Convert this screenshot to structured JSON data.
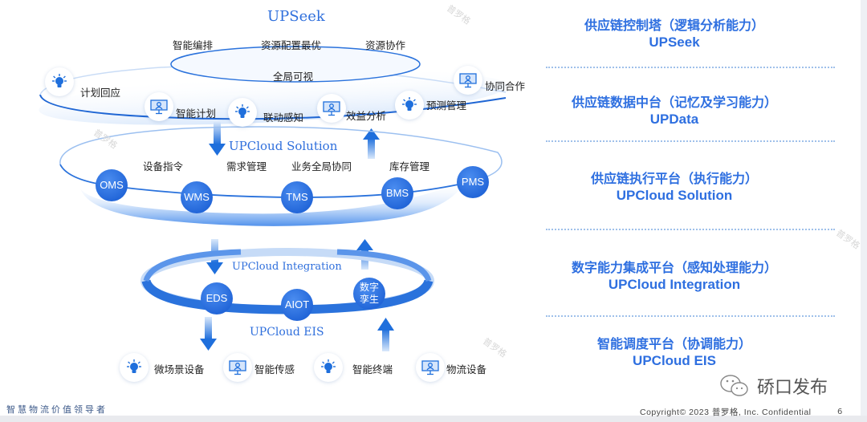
{
  "diagram": {
    "layers": {
      "upseek": {
        "title": "UPSeek",
        "top_labels": [
          "智能编排",
          "资源配置最优",
          "资源协作"
        ],
        "center_label": "全局可视",
        "ring_items": [
          {
            "label": "计划回应",
            "icon": "lightbulb-icon"
          },
          {
            "label": "智能计划",
            "icon": "monitor-icon"
          },
          {
            "label": "联动感知",
            "icon": "lightbulb-icon"
          },
          {
            "label": "效益分析",
            "icon": "monitor-icon"
          },
          {
            "label": "预测管理",
            "icon": "lightbulb-icon"
          },
          {
            "label": "协同合作",
            "icon": "monitor-icon"
          }
        ]
      },
      "solution": {
        "title": "UPCloud Solution",
        "labels": [
          "设备指令",
          "需求管理",
          "业务全局协同",
          "库存管理"
        ],
        "nodes": [
          "OMS",
          "WMS",
          "TMS",
          "BMS",
          "PMS"
        ]
      },
      "integration": {
        "title": "UPCloud Integration",
        "subtitle": "UPCloud EIS",
        "nodes": [
          "EDS",
          "AIOT",
          "数字\n孪生"
        ],
        "node_lines": [
          [
            "EDS"
          ],
          [
            "AIOT"
          ],
          [
            "数字",
            "孪生"
          ]
        ]
      },
      "devices": [
        {
          "label": "微场景设备",
          "icon": "lightbulb-icon"
        },
        {
          "label": "智能传感",
          "icon": "monitor-icon"
        },
        {
          "label": "智能终端",
          "icon": "lightbulb-icon"
        },
        {
          "label": "物流设备",
          "icon": "monitor-icon"
        }
      ]
    },
    "right_panel": [
      {
        "cn": "供应链控制塔（逻辑分析能力）",
        "en": "UPSeek"
      },
      {
        "cn": "供应链数据中台（记忆及学习能力）",
        "en": "UPData"
      },
      {
        "cn": "供应链执行平台（执行能力）",
        "en": "UPCloud Solution"
      },
      {
        "cn": "数字能力集成平台（感知处理能力）",
        "en": "UPCloud Integration"
      },
      {
        "cn": "智能调度平台（协调能力）",
        "en": "UPCloud EIS"
      }
    ],
    "watermark": "普罗格"
  },
  "footer": {
    "slogan": "智慧物流价值领导者",
    "copyright": "Copyright© 2023 普罗格, Inc. Confidential",
    "page_number": "6",
    "wechat_account": "硚口发布"
  },
  "colors": {
    "accent": "#2f6fdc",
    "node_blue": "#2d72e0",
    "divider": "#9fc0ea"
  }
}
